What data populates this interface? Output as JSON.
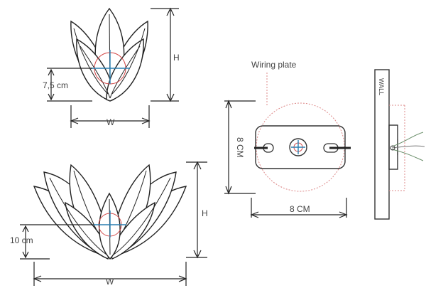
{
  "labels": {
    "top_height": "H",
    "top_width": "W",
    "top_offset": "7,5 cm",
    "bottom_height": "H",
    "bottom_width": "W",
    "bottom_offset": "10 cm",
    "wiring_plate": "Wiring plate",
    "plate_height": "8 CM",
    "plate_width": "8 CM",
    "wall": "WALL"
  },
  "colors": {
    "line": "#222222",
    "accent_blue": "#2a7fb0",
    "accent_red": "#d24a4a",
    "dotted_red": "#dd8888"
  }
}
